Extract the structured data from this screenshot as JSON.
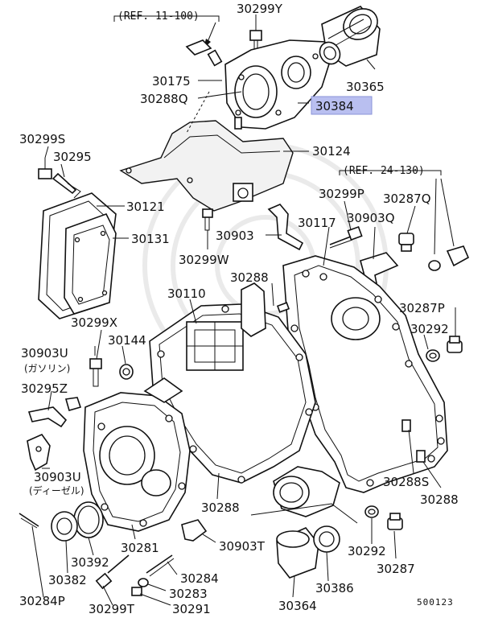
{
  "labels": {
    "ref_top": "(REF. 11-100)",
    "ref_right": "(REF. 24-130)",
    "p30299Y": "30299Y",
    "p30175": "30175",
    "p30288Q": "30288Q",
    "p30365": "30365",
    "p30384": "30384",
    "p30299S": "30299S",
    "p30295": "30295",
    "p30124": "30124",
    "p30121": "30121",
    "p30131": "30131",
    "p30299P": "30299P",
    "p30287Q": "30287Q",
    "p30117": "30117",
    "p30903Q": "30903Q",
    "p30903": "30903",
    "p30299W": "30299W",
    "p30288_top": "30288",
    "p30110": "30110",
    "p30287P": "30287P",
    "p30292_right": "30292",
    "p30299X": "30299X",
    "p30144": "30144",
    "p30903U_a": "30903U",
    "note_gasoline": "(ガソリン)",
    "p30295Z": "30295Z",
    "p30903U_b": "30903U",
    "note_diesel": "(ディーゼル)",
    "p30288S": "30288S",
    "p30288_right": "30288",
    "p30288_mid": "30288",
    "p30281": "30281",
    "p30903T": "30903T",
    "p30392": "30392",
    "p30382": "30382",
    "p30284": "30284",
    "p30283": "30283",
    "p30284P": "30284P",
    "p30299T": "30299T",
    "p30291": "30291",
    "p30364": "30364",
    "p30386": "30386",
    "p30292_bottom": "30292",
    "p30287": "30287",
    "diagram_code": "500123"
  },
  "highlight": {
    "part": "30384",
    "color": "#b9bff0",
    "border": "#8a93d8"
  }
}
